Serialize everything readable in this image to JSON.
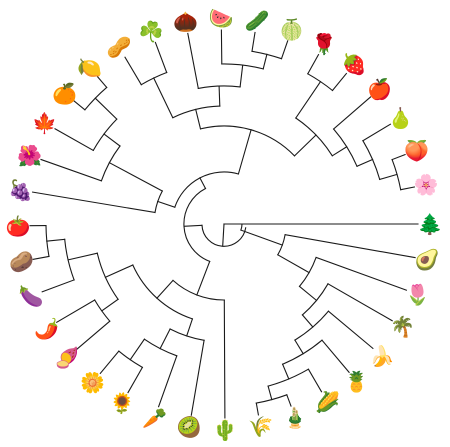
{
  "diagram": {
    "type": "circular-phylogenetic-tree",
    "line_color": "#1a1a1a",
    "background": "#ffffff",
    "leaves": [
      {
        "id": "pine-tree",
        "label": "🌲"
      },
      {
        "id": "avocado",
        "label": "🥑"
      },
      {
        "id": "tulip",
        "label": "🌷"
      },
      {
        "id": "palm-tree",
        "label": "🌴"
      },
      {
        "id": "banana",
        "label": "🍌"
      },
      {
        "id": "pineapple",
        "label": "🍍"
      },
      {
        "id": "corn",
        "label": "🌽"
      },
      {
        "id": "bamboo",
        "label": "🎍"
      },
      {
        "id": "wheat",
        "label": "🌾"
      },
      {
        "id": "cactus",
        "label": "🌵"
      },
      {
        "id": "kiwi",
        "label": "🥝"
      },
      {
        "id": "carrot",
        "label": "🥕"
      },
      {
        "id": "sunflower",
        "label": "🌻"
      },
      {
        "id": "blossom",
        "label": "🌼"
      },
      {
        "id": "sweet-potato",
        "label": "🍠"
      },
      {
        "id": "hot-pepper",
        "label": "🌶️"
      },
      {
        "id": "eggplant",
        "label": "🍆"
      },
      {
        "id": "potato",
        "label": "🥔"
      },
      {
        "id": "tomato",
        "label": "🍅"
      },
      {
        "id": "grapes",
        "label": "🍇"
      },
      {
        "id": "hibiscus",
        "label": "🌺"
      },
      {
        "id": "maple-leaf",
        "label": "🍁"
      },
      {
        "id": "tangerine",
        "label": "🍊"
      },
      {
        "id": "lemon",
        "label": "🍋"
      },
      {
        "id": "peanuts",
        "label": "🥜"
      },
      {
        "id": "shamrock",
        "label": "☘️"
      },
      {
        "id": "chestnut",
        "label": "🌰"
      },
      {
        "id": "watermelon",
        "label": "🍉"
      },
      {
        "id": "cucumber",
        "label": "🥒"
      },
      {
        "id": "melon",
        "label": "🍈"
      },
      {
        "id": "rose",
        "label": "🌹"
      },
      {
        "id": "strawberry",
        "label": "🍓"
      },
      {
        "id": "red-apple",
        "label": "🍎"
      },
      {
        "id": "pear",
        "label": "🍐"
      },
      {
        "id": "peach",
        "label": "🍑"
      },
      {
        "id": "cherry-blossom",
        "label": "🌸"
      }
    ]
  }
}
